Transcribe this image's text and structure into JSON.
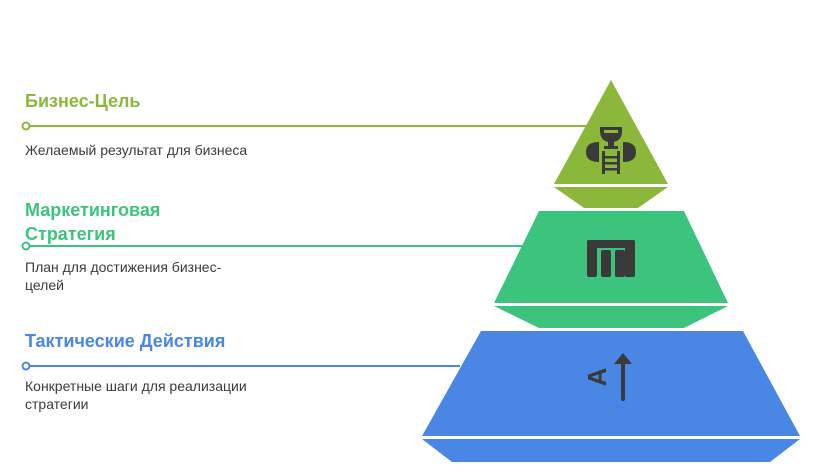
{
  "colors": {
    "level1": "#8bb83a",
    "level2": "#3cc47f",
    "level3": "#4a86e3",
    "icon": "#3a3a3a"
  },
  "levels": [
    {
      "title": "Бизнес-Цель",
      "description": "Желаемый результат для бизнеса",
      "icon": "trophy-ladder-icon"
    },
    {
      "title_line1": "Маркетинговая",
      "title_line2": "Стратегия",
      "description_line1": "План для достижения бизнес-",
      "description_line2": "целей",
      "icon": "columns-icon"
    },
    {
      "title": "Тактические Действия",
      "description_line1": "Конкретные шаги для реализации",
      "description_line2": "стратегии",
      "icon": "letter-a-arrow-icon"
    }
  ]
}
